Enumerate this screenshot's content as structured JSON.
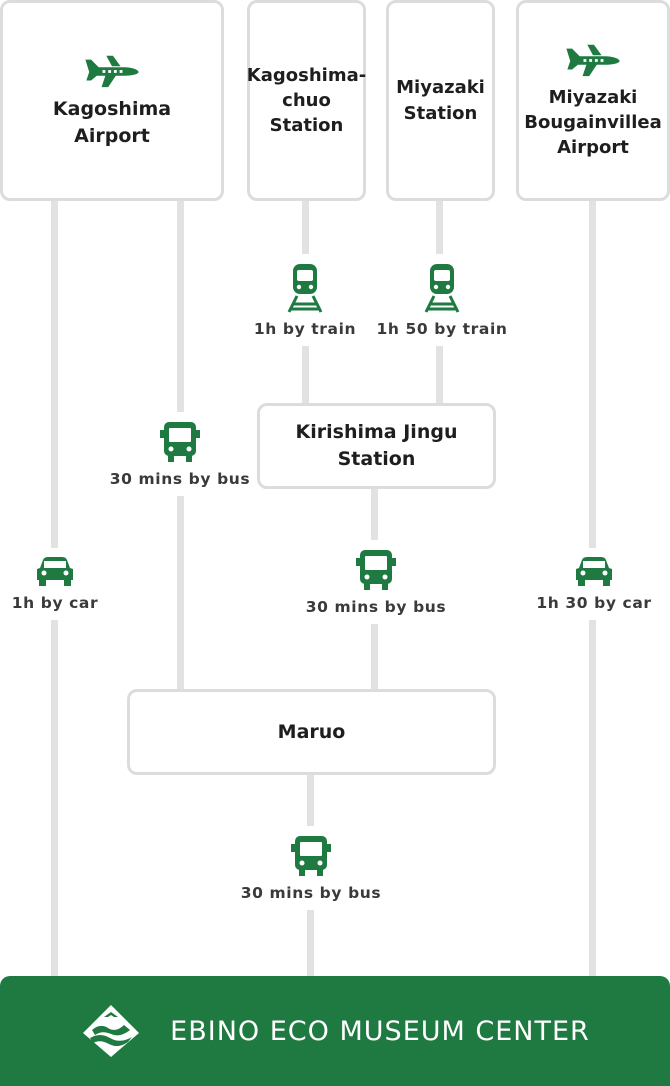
{
  "origins": [
    {
      "name": "Kagoshima\nAirport",
      "icon": "airplane-icon"
    },
    {
      "name": "Kagoshima-\nchuo\nStation",
      "icon": ""
    },
    {
      "name": "Miyazaki\nStation",
      "icon": ""
    },
    {
      "name": "Miyazaki\nBougainvillea\nAirport",
      "icon": "airplane-icon"
    }
  ],
  "hubs": {
    "kirishima": "Kirishima Jingu\nStation",
    "maruo": "Maruo"
  },
  "routes": {
    "kagoshima_chuo_train": "1h by train",
    "miyazaki_train": "1h 50 by train",
    "kagoshima_airport_bus": "30 mins by bus",
    "kagoshima_airport_car": "1h by car",
    "kirishima_bus": "30 mins by bus",
    "miyazaki_airport_car": "1h 30 by car",
    "maruo_bus": "30 mins by bus"
  },
  "destination": "EBINO ECO MUSEUM CENTER",
  "colors": {
    "accent": "#1f7a42",
    "line": "#e2e2e2",
    "box_border": "#dcdcdc"
  }
}
